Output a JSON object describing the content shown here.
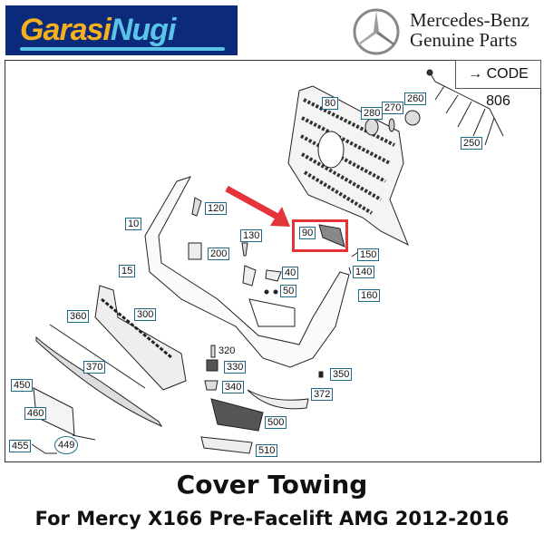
{
  "header": {
    "store_logo": {
      "part1": "Garasi",
      "part2": "Nugi"
    },
    "brand": {
      "line1": "Mercedes-Benz",
      "line2": "Genuine Parts"
    }
  },
  "diagram": {
    "code_note": "→ CODE 806",
    "highlight_part": "90",
    "colors": {
      "highlight": "#e5333a",
      "label_border": "#1e6a86"
    },
    "labels": [
      "80",
      "280",
      "270",
      "260",
      "250",
      "120",
      "10",
      "90",
      "130",
      "200",
      "150",
      "15",
      "40",
      "140",
      "50",
      "160",
      "360",
      "300",
      "320",
      "370",
      "330",
      "350",
      "450",
      "340",
      "372",
      "460",
      "500",
      "455",
      "449",
      "510"
    ]
  },
  "product": {
    "title": "Cover Towing",
    "subtitle": "For Mercy X166 Pre-Facelift AMG 2012-2016"
  }
}
